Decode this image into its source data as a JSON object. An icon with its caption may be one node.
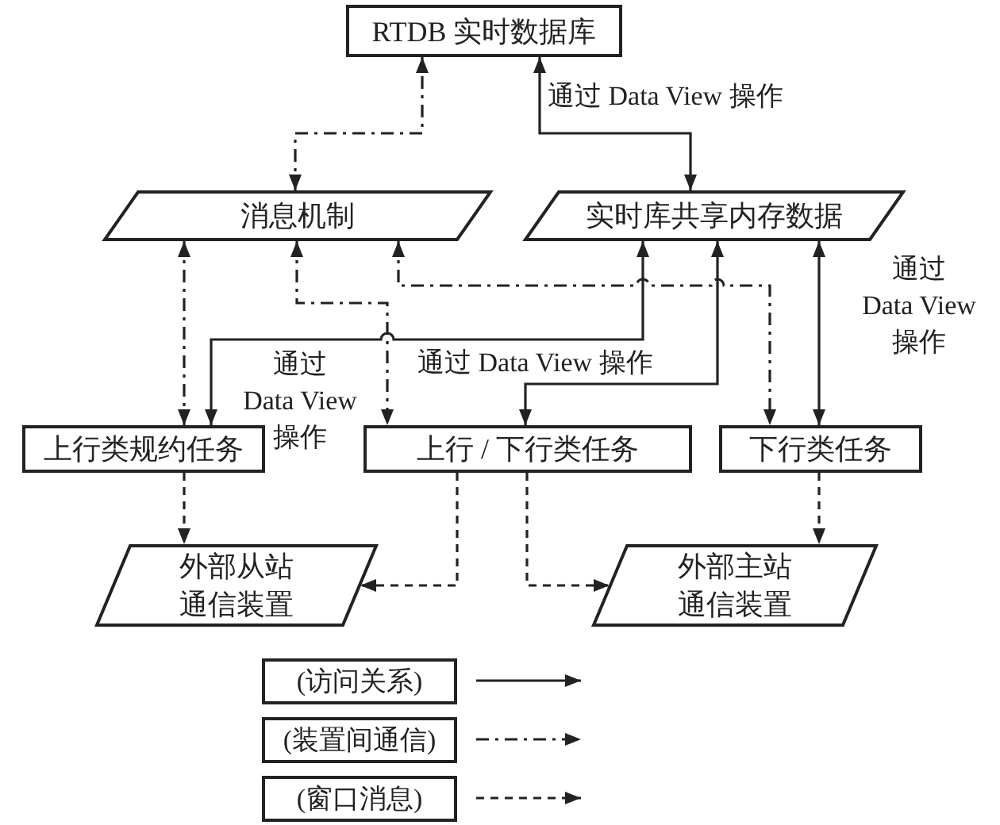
{
  "diagram": {
    "nodes": [
      {
        "text": [
          "RTDB 实时数据库"
        ]
      },
      {
        "text": [
          "消息机制"
        ]
      },
      {
        "text": [
          "实时库共享内存数据"
        ]
      },
      {
        "text": [
          "上行类规约任务"
        ]
      },
      {
        "text": [
          "上行 / 下行类任务"
        ]
      },
      {
        "text": [
          "下行类任务"
        ]
      },
      {
        "text": [
          "外部从站通信装置"
        ]
      },
      {
        "text": [
          "外部主站通信装置"
        ]
      }
    ],
    "edges": [
      {
        "from": 1,
        "to": 0,
        "arrow": "both",
        "style": "dashed"
      },
      {
        "from": 0,
        "to": 2,
        "arrow": "both",
        "label": "通过 Data View 操作"
      },
      {
        "from": 1,
        "to": 3,
        "arrow": "both",
        "style": "dashed"
      },
      {
        "from": 1,
        "to": 4,
        "arrow": "both",
        "style": "dashed"
      },
      {
        "from": 1,
        "to": 5,
        "arrow": "both",
        "style": "dashed"
      },
      {
        "from": 2,
        "to": 3,
        "arrow": "both",
        "label": "通过 Data View 操作"
      },
      {
        "from": 2,
        "to": 4,
        "arrow": "both",
        "label": "通过 Data View 操作"
      },
      {
        "from": 2,
        "to": 5,
        "arrow": "both",
        "label": "通过 Data View 操作"
      },
      {
        "from": 3,
        "to": 6,
        "arrow": "to",
        "style": "dashed"
      },
      {
        "from": 4,
        "to": 6,
        "arrow": "to",
        "style": "dashed"
      },
      {
        "from": 4,
        "to": 7,
        "arrow": "to",
        "style": "dashed"
      },
      {
        "from": 5,
        "to": 7,
        "arrow": "to",
        "style": "dashed"
      }
    ],
    "legend": [
      {
        "text": "(访问关系)"
      },
      {
        "text": "(装置间通信)"
      },
      {
        "text": "(窗口消息)"
      }
    ]
  }
}
